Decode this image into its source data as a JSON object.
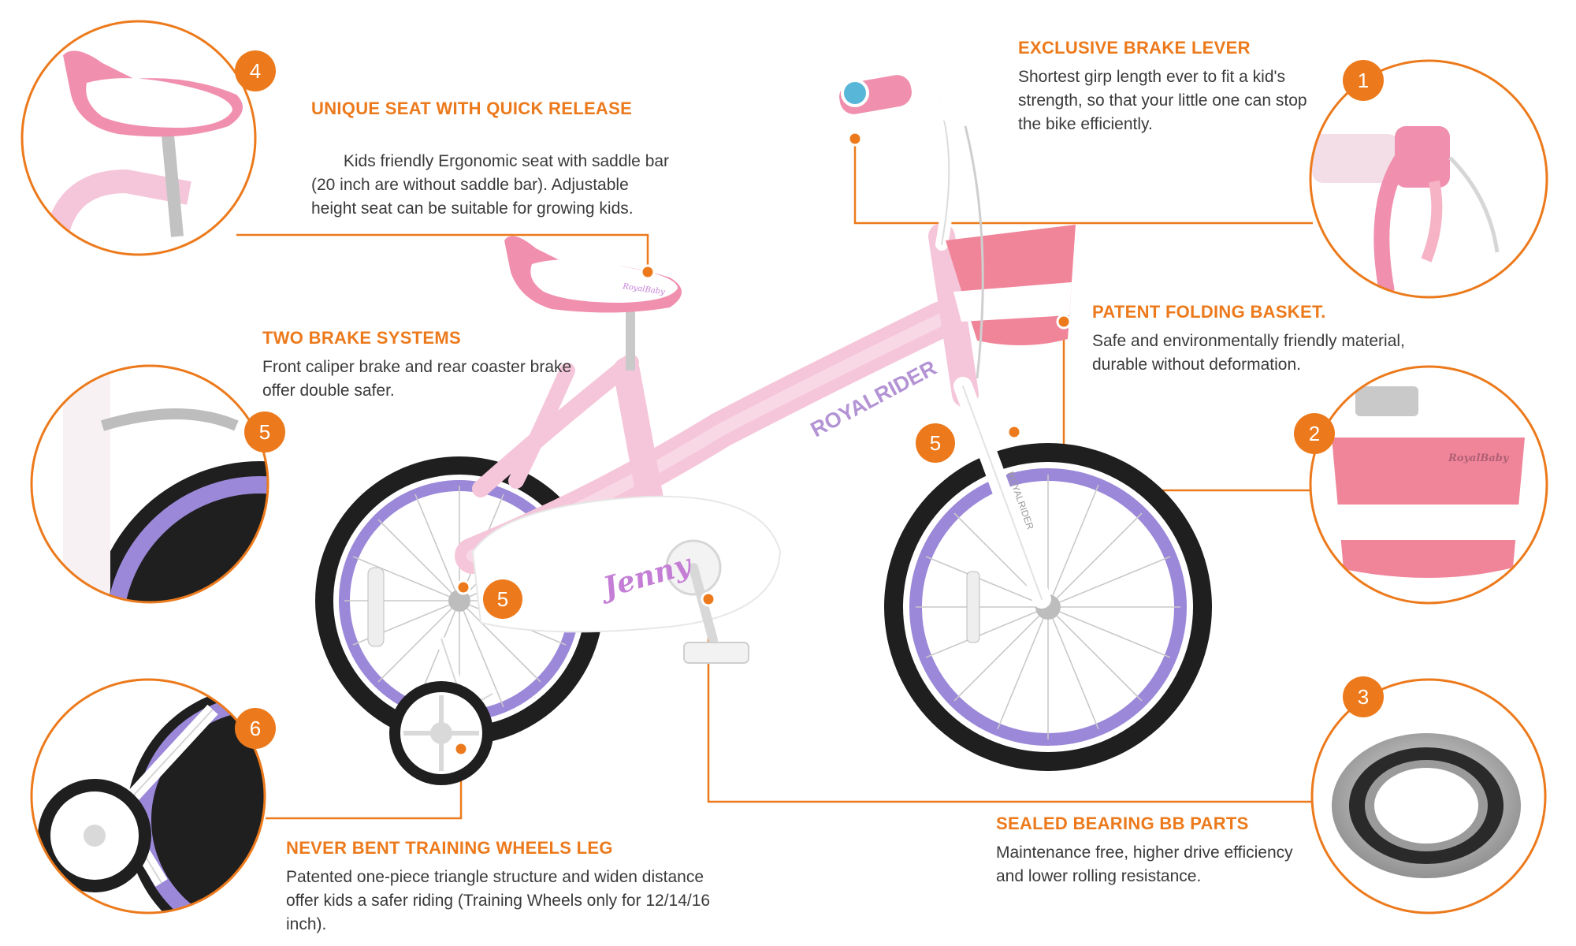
{
  "colors": {
    "accent": "#ec7a1c",
    "bike_pink": "#f5c6d9",
    "tire": "#1f1f1f",
    "rim_purple": "#9b88d9",
    "text": "#3a3a3a"
  },
  "features": [
    {
      "number": "1",
      "title": "EXCLUSIVE BRAKE LEVER",
      "lines": [
        "Shortest girp length ever to fit a kid's",
        "strength, so that your little one can stop",
        "the bike efficiently."
      ],
      "icon": "brake-lever-icon"
    },
    {
      "number": "2",
      "title": "PATENT FOLDING BASKET.",
      "lines": [
        "Safe and environmentally friendly material,",
        "durable without deformation."
      ],
      "icon": "basket-icon"
    },
    {
      "number": "3",
      "title": "SEALED BEARING BB PARTS",
      "lines": [
        "Maintenance free, higher drive efficiency",
        "and lower rolling resistance."
      ],
      "icon": "bearing-icon"
    },
    {
      "number": "4",
      "title": "UNIQUE SEAT WITH QUICK RELEASE",
      "lines": [
        " Kids friendly Ergonomic seat with saddle bar",
        "(20 inch are without saddle bar). Adjustable",
        "height seat can be suitable for growing kids."
      ],
      "icon": "saddle-icon"
    },
    {
      "number": "5",
      "title": "TWO BRAKE SYSTEMS",
      "lines": [
        "Front caliper brake and rear coaster brake",
        "offer double safer."
      ],
      "icon": "caliper-brake-icon"
    },
    {
      "number": "6",
      "title": "NEVER BENT TRAINING WHEELS LEG",
      "lines": [
        "Patented one-piece triangle structure and widen distance",
        "offer kids a safer riding (Training Wheels only for 12/14/16",
        "inch)."
      ],
      "icon": "training-wheel-icon"
    }
  ],
  "on_bike_badges": [
    "5",
    "5"
  ],
  "bike_decals": {
    "frame_brand": "ROYALRIDER",
    "fork_brand": "ROYALRIDER",
    "chainguard_name": "Jenny",
    "seat_brand": "RoyalBaby",
    "basket_brand": "RoyalBaby"
  }
}
